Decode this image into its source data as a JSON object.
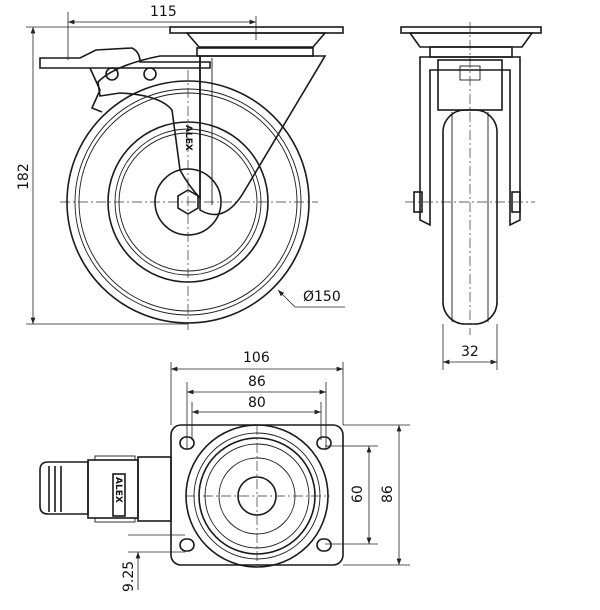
{
  "drawing": {
    "side_view": {
      "width_dim": "115",
      "height_dim": "182",
      "wheel_diameter": "Ø150",
      "logo": "ALEX"
    },
    "front_view": {
      "wheel_width_dim": "32"
    },
    "top_view": {
      "plate_width": "106",
      "hole_spacing_outer": "86",
      "hole_spacing_inner": "80",
      "hole_spacing_vertical": "60",
      "plate_height": "86",
      "offset_dim": "9.25",
      "logo": "ALEX"
    }
  }
}
